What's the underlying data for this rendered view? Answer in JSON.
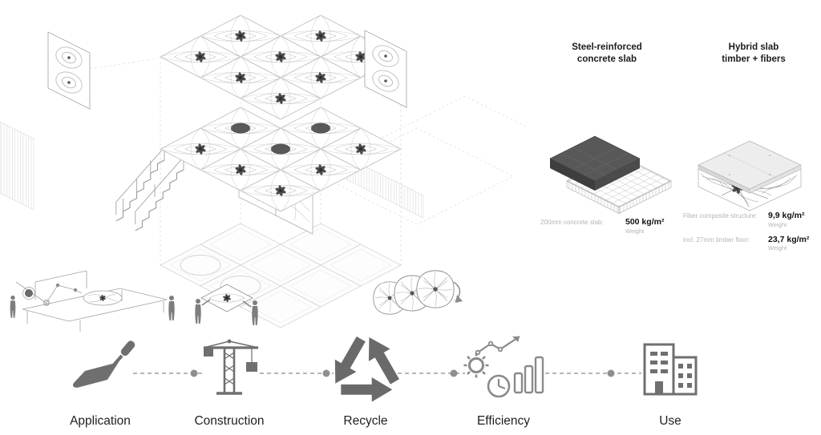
{
  "comparison": {
    "left": {
      "title_line1": "Steel-reinforced",
      "title_line2": "concrete slab",
      "spec": {
        "label": "200mm concrete slab:",
        "value": "500 kg/m²",
        "sub": "Weight"
      }
    },
    "right": {
      "title_line1": "Hybrid slab",
      "title_line2": "timber + fibers",
      "specs": [
        {
          "label": "Fiber composite structure:",
          "value": "9,9 kg/m²",
          "sub": "Weight"
        },
        {
          "label": "incl. 27mm timber floor:",
          "value": "23,7 kg/m²",
          "sub": "Weight"
        }
      ]
    }
  },
  "process_steps": [
    {
      "label": "Application",
      "icon": "trowel-icon"
    },
    {
      "label": "Construction",
      "icon": "tower-crane-icon"
    },
    {
      "label": "Recycle",
      "icon": "recycle-arrows-icon"
    },
    {
      "label": "Efficiency",
      "icon": "efficiency-gear-chart-icon"
    },
    {
      "label": "Use",
      "icon": "buildings-icon"
    }
  ],
  "colors": {
    "icon_gray": "#6f6f6f",
    "label_text": "#1f1f1f",
    "muted_text": "#b5b5b5",
    "value_text": "#111111"
  }
}
